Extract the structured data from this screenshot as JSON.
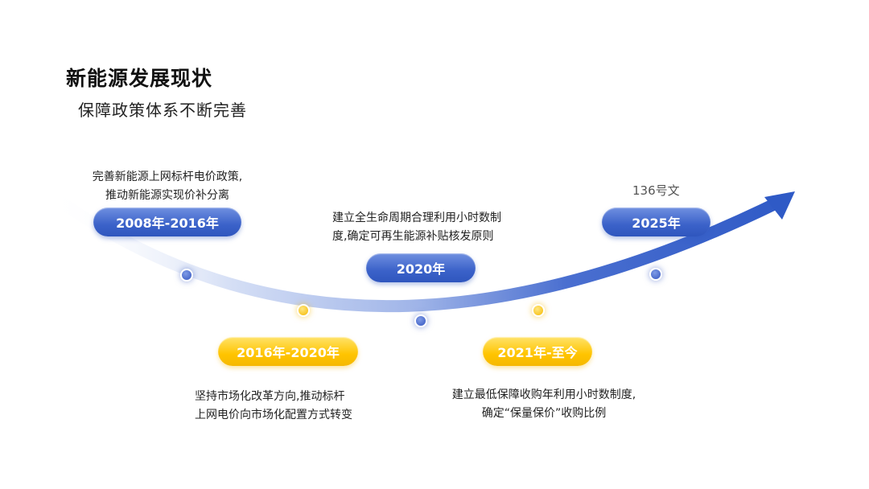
{
  "header": {
    "title": "新能源发展现状",
    "subtitle": "保障政策体系不断完善"
  },
  "timeline": [
    {
      "period": "2008年-2016年",
      "color": "blue",
      "desc_lines": [
        "完善新能源上网标杆电价政策,",
        "推动新能源实现价补分离"
      ]
    },
    {
      "period": "2016年-2020年",
      "color": "yellow",
      "desc_lines": [
        "坚持市场化改革方向,推动标杆",
        "上网电价向市场化配置方式转变"
      ]
    },
    {
      "period": "2020年",
      "color": "blue",
      "desc_lines": [
        "建立全生命周期合理利用小时数制",
        "度,确定可再生能源补贴核发原则"
      ]
    },
    {
      "period": "2021年-至今",
      "color": "yellow",
      "desc_lines": [
        "建立最低保障收购年利用小时数制度,",
        "确定“保量保价”收购比例"
      ]
    },
    {
      "period": "2025年",
      "color": "blue",
      "note": "136号文"
    }
  ],
  "colors": {
    "blue": "#3b62c9",
    "yellow": "#ffc400"
  }
}
